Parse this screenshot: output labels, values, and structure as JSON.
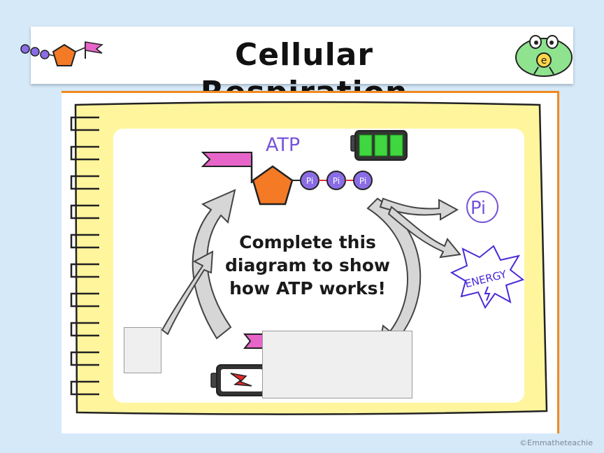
{
  "header": {
    "title": "Cellular Respiration"
  },
  "diagram": {
    "atp_label": "ATP",
    "phosphate_label": "Pi",
    "released_phosphate_label": "Pi",
    "energy_label": "ENERGY",
    "prompt": "Complete this diagram to show how ATP works!"
  },
  "footer": {
    "copyright": "©Emmatheteachie"
  },
  "colors": {
    "background": "#d5e9f9",
    "notebook": "#fff59d",
    "pentagon": "#f47a26",
    "phosphate": "#8a6de6",
    "flag": "#e765c9",
    "battery_full": "#3fd63f",
    "lightning": "#e62a2a",
    "energy_ink": "#4b2ad6"
  },
  "icons": [
    "logo-molecule-icon",
    "mascot-icon",
    "battery-full-icon",
    "battery-empty-icon",
    "lightning-icon",
    "energy-starburst-icon"
  ]
}
